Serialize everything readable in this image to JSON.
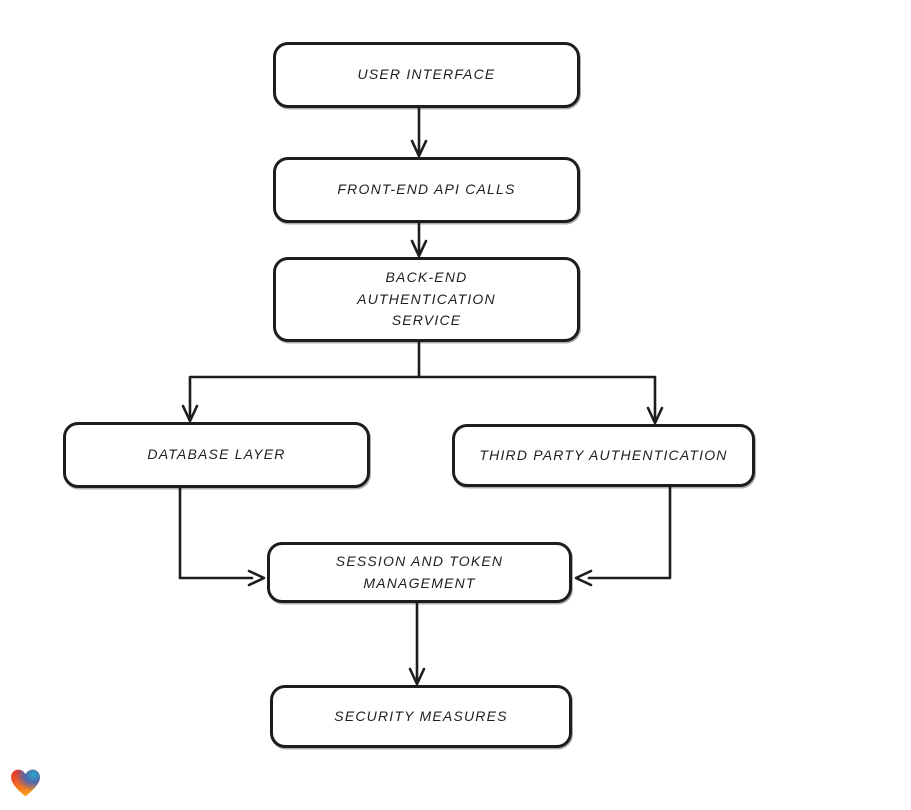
{
  "diagram": {
    "type": "flowchart",
    "nodes": {
      "user_interface": {
        "label": "USER INTERFACE"
      },
      "frontend_api": {
        "label": "FRONT-END API CALLS"
      },
      "backend_auth": {
        "label": "BACK-END AUTHENTICATION SERVICE"
      },
      "database_layer": {
        "label": "DATABASE LAYER"
      },
      "third_party_auth": {
        "label": "THIRD PARTY AUTHENTICATION"
      },
      "session_token": {
        "label": "SESSION AND TOKEN MANAGEMENT"
      },
      "security_measures": {
        "label": "SECURITY MEASURES"
      }
    },
    "edges": [
      {
        "from": "user_interface",
        "to": "frontend_api"
      },
      {
        "from": "frontend_api",
        "to": "backend_auth"
      },
      {
        "from": "backend_auth",
        "to": "database_layer"
      },
      {
        "from": "backend_auth",
        "to": "third_party_auth"
      },
      {
        "from": "database_layer",
        "to": "session_token"
      },
      {
        "from": "third_party_auth",
        "to": "session_token"
      },
      {
        "from": "session_token",
        "to": "security_measures"
      }
    ],
    "colors": {
      "stroke": "#1d1d1d",
      "text": "#1f1f1f",
      "node_fill": "#ffffff",
      "background": "#ffffff"
    }
  },
  "logo": {
    "icon": "gradient-heart",
    "colors": {
      "red": "#e13028",
      "orange": "#f89b1c",
      "teal": "#2ba9c4",
      "blue": "#3f67bb"
    }
  }
}
